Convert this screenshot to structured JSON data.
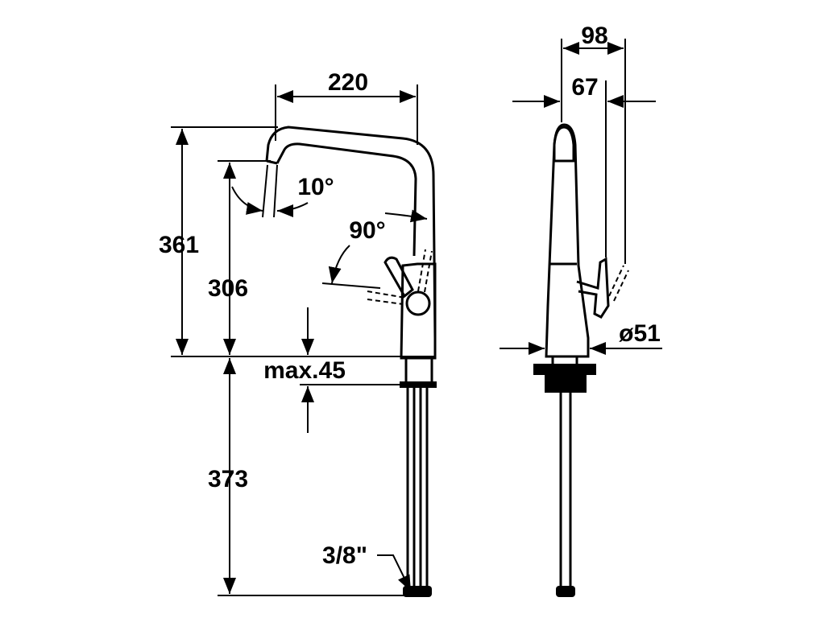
{
  "dimensions": {
    "spout_reach": "220",
    "total_height": "361",
    "outlet_height": "306",
    "max_counter_thickness": "max.45",
    "hose_length": "373",
    "connection_thread": "3/8\"",
    "spout_angle": "10°",
    "lever_angle": "90°",
    "side_depth_total": "98",
    "side_depth_body": "67",
    "base_diameter": "ø51"
  }
}
